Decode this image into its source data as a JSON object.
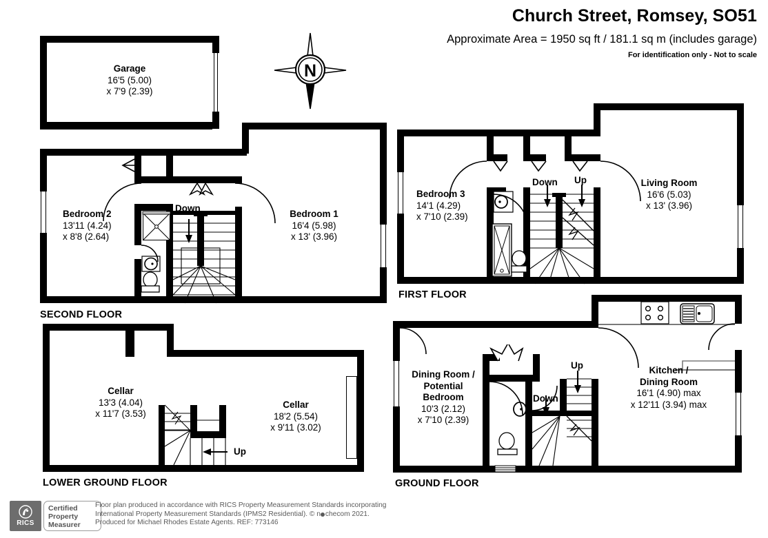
{
  "header": {
    "title": "Church Street, Romsey, SO51",
    "area": "Approximate Area = 1950 sq ft / 181.1 sq m (includes garage)",
    "disclaimer": "For identification only - Not to scale"
  },
  "compass": {
    "north_label": "N"
  },
  "floors": [
    {
      "id": "garage",
      "label": "",
      "rooms": [
        {
          "name": "Garage",
          "dim1": "16'5 (5.00)",
          "dim2": "x 7'9 (2.39)"
        }
      ]
    },
    {
      "id": "second-floor",
      "label": "SECOND FLOOR",
      "rooms": [
        {
          "name": "Bedroom 2",
          "dim1": "13'11 (4.24)",
          "dim2": "x 8'8 (2.64)"
        },
        {
          "name": "Bedroom 1",
          "dim1": "16'4 (5.98)",
          "dim2": "x 13' (3.96)"
        }
      ],
      "stair_labels": [
        "Down"
      ]
    },
    {
      "id": "first-floor",
      "label": "FIRST FLOOR",
      "rooms": [
        {
          "name": "Bedroom 3",
          "dim1": "14'1 (4.29)",
          "dim2": "x 7'10 (2.39)"
        },
        {
          "name": "Living Room",
          "dim1": "16'6 (5.03)",
          "dim2": "x 13' (3.96)"
        }
      ],
      "stair_labels": [
        "Down",
        "Up"
      ]
    },
    {
      "id": "lower-ground-floor",
      "label": "LOWER GROUND FLOOR",
      "rooms": [
        {
          "name": "Cellar",
          "dim1": "13'3 (4.04)",
          "dim2": "x 11'7 (3.53)"
        },
        {
          "name": "Cellar",
          "dim1": "18'2 (5.54)",
          "dim2": "x 9'11 (3.02)"
        }
      ],
      "stair_labels": [
        "Up"
      ]
    },
    {
      "id": "ground-floor",
      "label": "GROUND FLOOR",
      "rooms": [
        {
          "name": "Dining Room /",
          "name2": "Potential",
          "name3": "Bedroom",
          "dim1": "10'3 (2.12)",
          "dim2": "x 7'10 (2.39)"
        },
        {
          "name": "Kitchen /",
          "name2": "Dining Room",
          "dim1": "16'1 (4.90) max",
          "dim2": "x 12'11 (3.94) max"
        }
      ],
      "stair_labels": [
        "Up",
        "Down"
      ]
    }
  ],
  "footer": {
    "rics_mark": "RICS",
    "certified_line1": "Certified",
    "certified_line2": "Property",
    "certified_line3": "Measurer",
    "text_line1": "Floor plan produced in accordance with RICS Property Measurement Standards incorporating",
    "text_line2a": "International Property Measurement Standards (IPMS2 Residential).",
    "text_line2b": "© n",
    "text_line2c": "checom 2021.",
    "text_line3": "Produced for Michael Rhodes Estate Agents.   REF: 773146"
  },
  "colors": {
    "wall": "#000000",
    "paper": "#ffffff",
    "footer_grey": "#6d6d6d",
    "footer_text": "#5a5a5a"
  }
}
